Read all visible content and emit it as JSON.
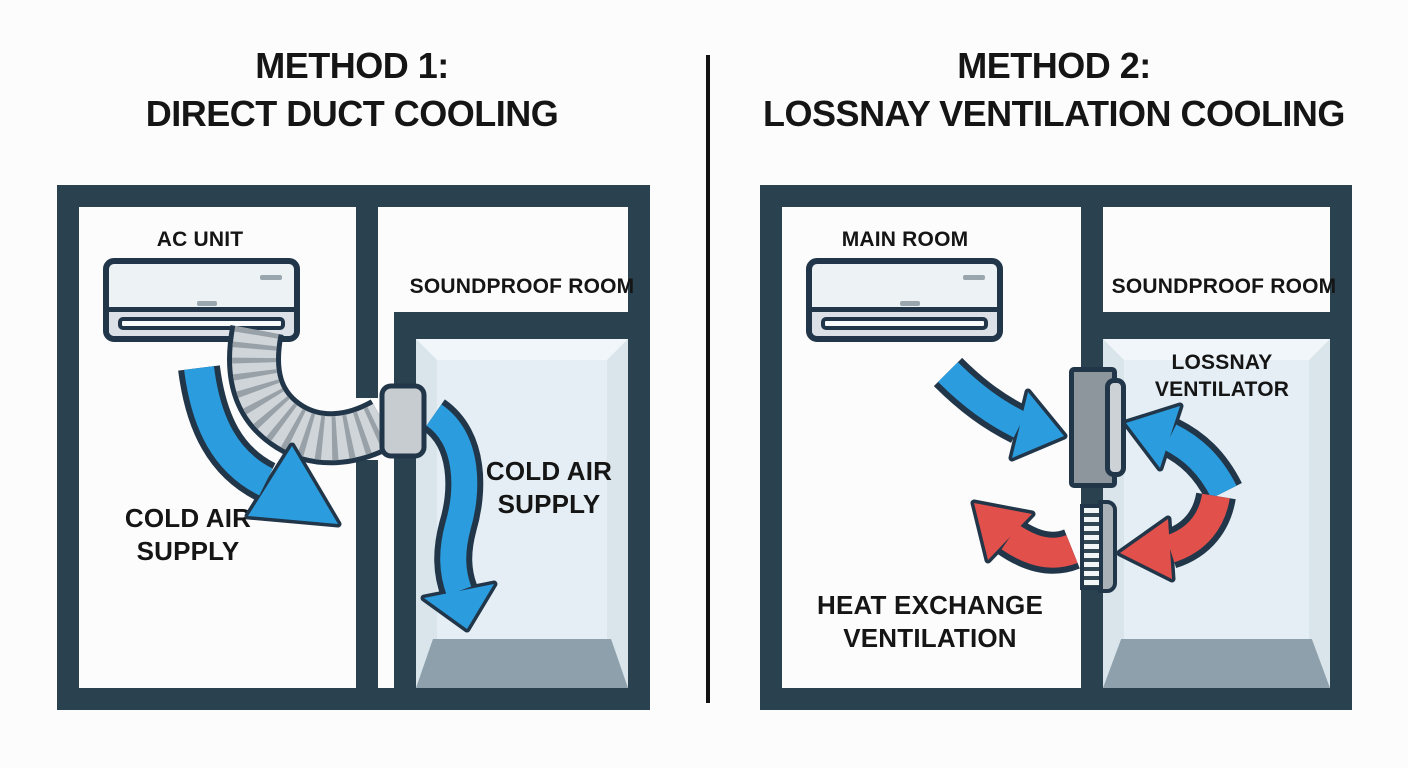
{
  "left_panel": {
    "title_line1": "METHOD 1:",
    "title_line2": "DIRECT DUCT COOLING",
    "labels": {
      "ac_unit": "AC UNIT",
      "soundproof_room": "SOUNDPROOF ROOM",
      "cold_air_supply_main": "COLD AIR SUPPLY",
      "cold_air_supply_room": "COLD AIR SUPPLY"
    }
  },
  "right_panel": {
    "title_line1": "METHOD 2:",
    "title_line2": "LOSSNAY VENTILATION COOLING",
    "labels": {
      "main_room": "MAIN ROOM",
      "soundproof_room": "SOUNDPROOF ROOM",
      "lossnay_ventilator": "LOSSNAY VENTILATOR",
      "heat_exchange_ventilation": "HEAT EXCHANGE VENTILATION"
    }
  },
  "colors": {
    "background": "#fcfcfc",
    "wall": "#2a4150",
    "ink": "#22364a",
    "blue": "#2b9dde",
    "red": "#e1504a",
    "duct_fill": "#cfd5d9",
    "duct_rib": "#99a1a8",
    "panel_center": "#e4eef4",
    "panel_bevel_top": "#f0f6f9",
    "panel_bevel_side": "#d9e4eb",
    "floor": "#8da0ab",
    "ac_body": "#edf2f5",
    "ac_bottom": "#dbe1e6",
    "metal_light": "#ccd2d6",
    "metal_mid": "#aab2b8",
    "metal_dark": "#8e969d",
    "grille_light": "#f2f5f6",
    "grille_dark": "#324754",
    "text": "#151515",
    "divider": "#121212"
  }
}
